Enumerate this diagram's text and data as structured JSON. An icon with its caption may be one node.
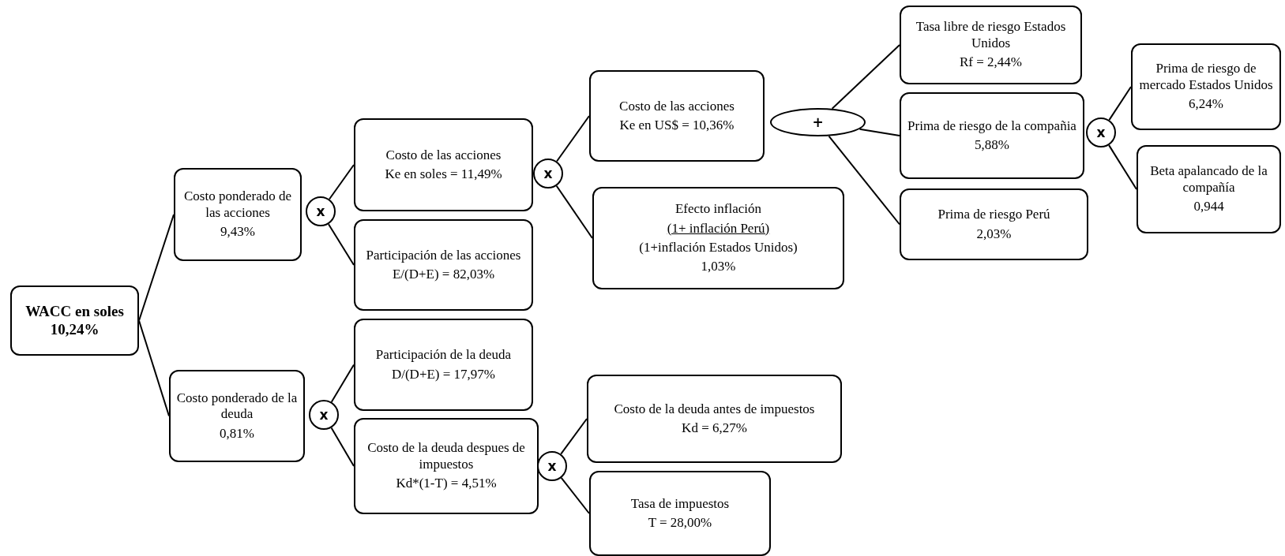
{
  "diagram": {
    "nodes": [
      {
        "text": [
          "WACC en soles 10,24%"
        ]
      },
      {
        "text": [
          "Costo ponderado de las acciones",
          "9,43%"
        ]
      },
      {
        "text": [
          "x"
        ]
      },
      {
        "text": [
          "Costo de las acciones",
          "Ke en soles = 11,49%"
        ]
      },
      {
        "text": [
          "Participación de las acciones",
          "E/(D+E) = 82,03%"
        ]
      },
      {
        "text": [
          "x"
        ]
      },
      {
        "text": [
          "Costo de las acciones",
          "Ke en US$ = 10,36%"
        ]
      },
      {
        "text": [
          "Efecto inflación",
          "(1+ inflación Perú)",
          "(1+inflación Estados Unidos)",
          "1,03%"
        ]
      },
      {
        "text": [
          "+"
        ]
      },
      {
        "text": [
          "Tasa libre de riesgo Estados Unidos",
          "Rf = 2,44%"
        ]
      },
      {
        "text": [
          "Prima de riesgo de la compañia",
          "5,88%"
        ]
      },
      {
        "text": [
          "Prima de riesgo Perú",
          "2,03%"
        ]
      },
      {
        "text": [
          "x"
        ]
      },
      {
        "text": [
          "Prima de riesgo de mercado Estados Unidos",
          "6,24%"
        ]
      },
      {
        "text": [
          "Beta apalancado de la compañía",
          "0,944"
        ]
      },
      {
        "text": [
          "Costo ponderado de la deuda",
          "0,81%"
        ]
      },
      {
        "text": [
          "x"
        ]
      },
      {
        "text": [
          "Participación de la deuda",
          "D/(D+E) = 17,97%"
        ]
      },
      {
        "text": [
          "Costo de la deuda despues de impuestos",
          "Kd*(1-T) = 4,51%"
        ]
      },
      {
        "text": [
          "x"
        ]
      },
      {
        "text": [
          "Costo de la deuda antes de impuestos",
          "Kd = 6,27%"
        ]
      },
      {
        "text": [
          "Tasa de impuestos",
          "T = 28,00%"
        ]
      }
    ],
    "edges": [
      {
        "from": 0,
        "to": 1,
        "arrow": "none"
      },
      {
        "from": 0,
        "to": 15,
        "arrow": "none"
      },
      {
        "from": 2,
        "to": 3,
        "arrow": "none"
      },
      {
        "from": 2,
        "to": 4,
        "arrow": "none"
      },
      {
        "from": 5,
        "to": 6,
        "arrow": "none"
      },
      {
        "from": 5,
        "to": 7,
        "arrow": "none"
      },
      {
        "from": 8,
        "to": 9,
        "arrow": "none"
      },
      {
        "from": 8,
        "to": 10,
        "arrow": "none"
      },
      {
        "from": 8,
        "to": 11,
        "arrow": "none"
      },
      {
        "from": 12,
        "to": 13,
        "arrow": "none"
      },
      {
        "from": 12,
        "to": 14,
        "arrow": "none"
      },
      {
        "from": 16,
        "to": 17,
        "arrow": "none"
      },
      {
        "from": 16,
        "to": 18,
        "arrow": "none"
      },
      {
        "from": 19,
        "to": 20,
        "arrow": "none"
      },
      {
        "from": 19,
        "to": 21,
        "arrow": "none"
      }
    ]
  }
}
